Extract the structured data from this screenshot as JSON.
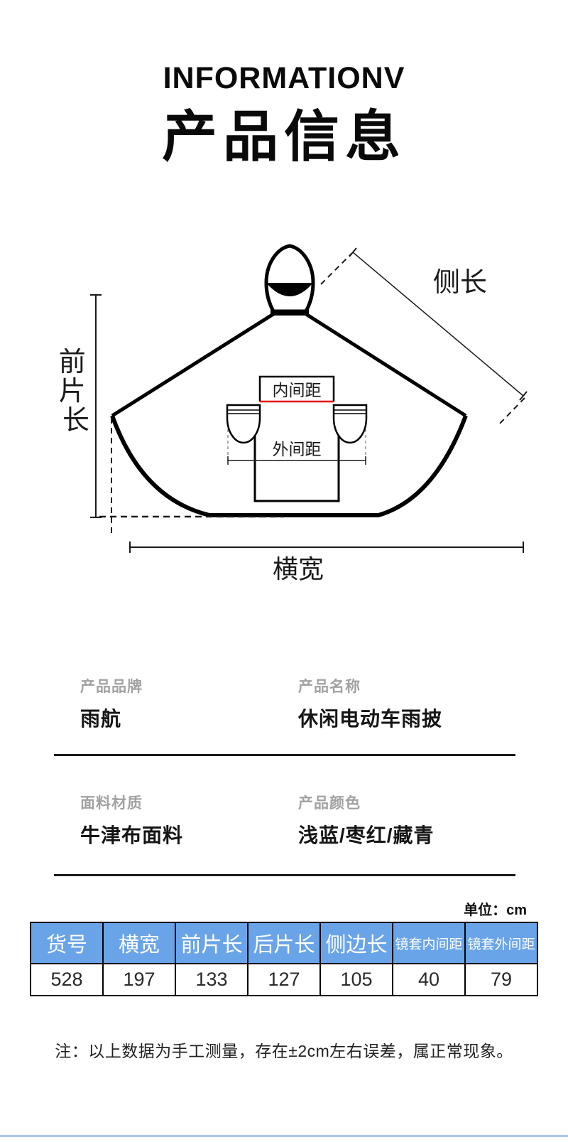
{
  "header": {
    "title_en": "INFORMATIONV",
    "title_zh": "产品信息"
  },
  "diagram": {
    "labels": {
      "front_length_chars": [
        "前",
        "片",
        "长"
      ],
      "side_length": "侧长",
      "inner_gap": "内间距",
      "outer_gap": "外间距",
      "width": "横宽"
    }
  },
  "specs": [
    {
      "label": "产品品牌",
      "value": "雨航"
    },
    {
      "label": "产品名称",
      "value": "休闲电动车雨披"
    },
    {
      "label": "面料材质",
      "value": "牛津布面料"
    },
    {
      "label": "产品颜色",
      "value": "浅蓝/枣红/藏青"
    }
  ],
  "size_table": {
    "unit_label": "单位：cm",
    "headers": [
      "货号",
      "横宽",
      "前片长",
      "后片长",
      "侧边长",
      "镜套内间距",
      "镜套外间距"
    ],
    "values": [
      "528",
      "197",
      "133",
      "127",
      "105",
      "40",
      "79"
    ]
  },
  "note": "注：以上数据为手工测量，存在±2cm左右误差，属正常现象。",
  "colors": {
    "table_header_bg": "#6aa4e8",
    "accent_red": "#e60000",
    "footer_line": "#abc9ec"
  }
}
